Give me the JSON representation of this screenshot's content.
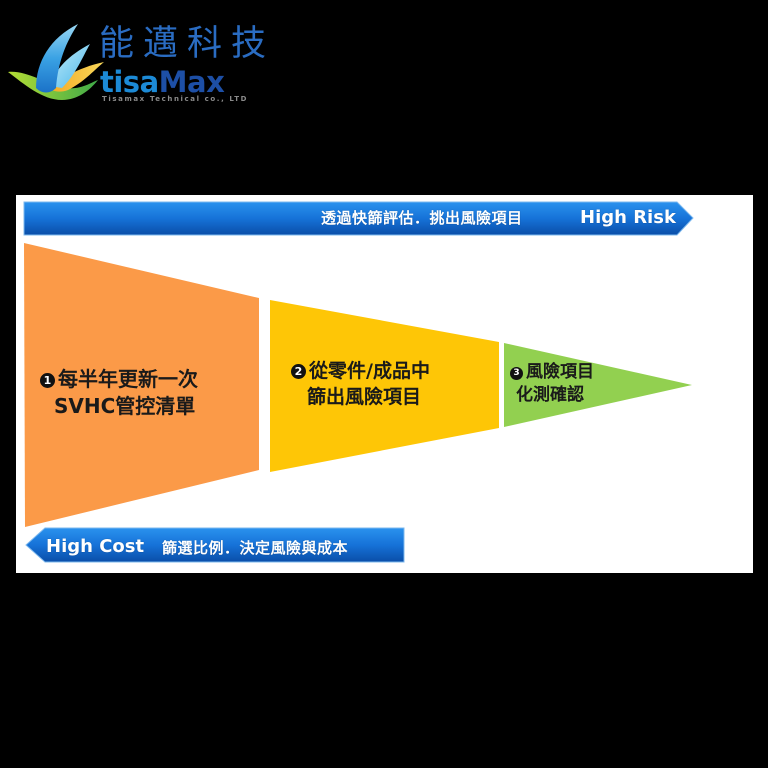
{
  "logo": {
    "company_name_cn": "能邁科技",
    "brand_part_a": "tisa",
    "brand_part_b": "Max",
    "company_name_en": "Tisamax Technical co., LTD",
    "icon": "stylized-bird-wing-icon",
    "colors": {
      "cn_text": "#2a6cc2",
      "brand_a": "#1c8ad6",
      "brand_b": "#1d4fa6",
      "subtitle": "#8a8a8a",
      "wing_blue": "#3ba6e6",
      "wing_light_blue": "#7dd0f0",
      "wing_yellow": "#f2c23a",
      "wing_green": "#7cc242"
    }
  },
  "diagram": {
    "top_arrow": {
      "text_cn": "透過快篩評估．挑出風險項目",
      "text_en": "High Risk",
      "direction": "right",
      "icon": "arrow-right-banner"
    },
    "bottom_arrow": {
      "text_en": "High Cost",
      "text_cn": "篩選比例．決定風險與成本",
      "direction": "left",
      "icon": "arrow-left-banner"
    },
    "stages": [
      {
        "number": "1",
        "line1": "每半年更新一次",
        "line2": "SVHC管控清單",
        "color": "#fb9a48"
      },
      {
        "number": "2",
        "line1": "從零件/成品中",
        "line2": "篩出風險項目",
        "color": "#fec606"
      },
      {
        "number": "3",
        "line1": "風險項目",
        "line2": "化測確認",
        "color": "#92d050"
      }
    ],
    "colors": {
      "arrow_top": "#1e86e4",
      "arrow_bottom": "#0b52b0",
      "background": "#ffffff"
    }
  }
}
